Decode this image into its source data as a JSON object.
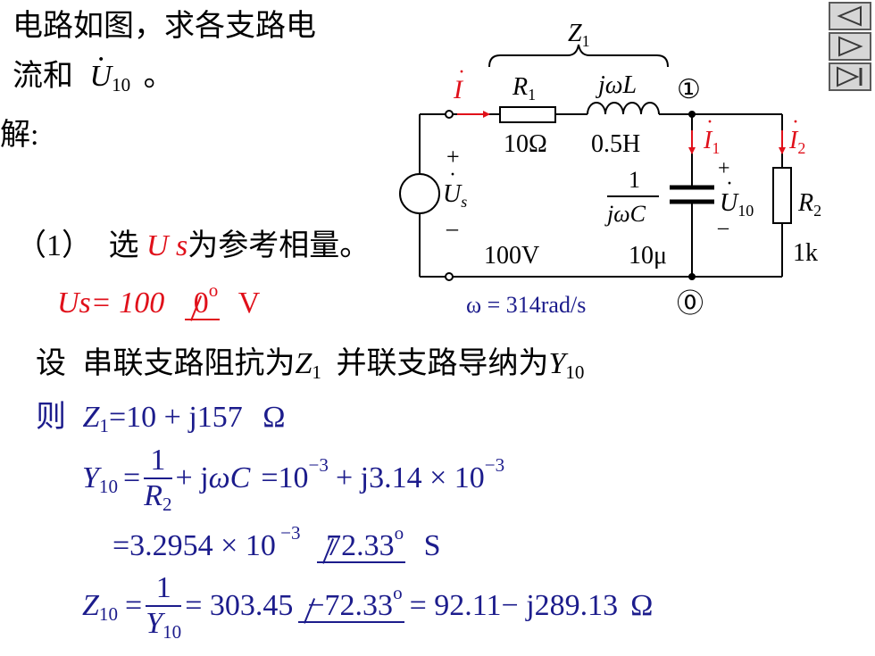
{
  "problem": {
    "line1": "电路如图，求各支路电",
    "line2": "流和",
    "u10_sub": "10",
    "line2_end": "。"
  },
  "solution_label": "解:",
  "step1": {
    "label": "（1）",
    "text_pre": "选",
    "us_text": "U s",
    "text_post": "为参考相量。"
  },
  "us_eq": {
    "lhs": "Us",
    "value": "= 100",
    "angle": "0",
    "deg": "o",
    "unit": "V"
  },
  "let_line": {
    "prefix": "设",
    "text1": "串联支路阻抗为",
    "z1": "Z",
    "z1_sub": "1",
    "text2": "并联支路导纳为",
    "y": "Y",
    "y_sub": "10"
  },
  "then_line": {
    "prefix": "则",
    "z": "Z",
    "z_sub": "1",
    "expr": "=10 + j157",
    "unit": "Ω"
  },
  "y10_line": {
    "lhs": "Y",
    "lhs_sub": "10",
    "eq": "=",
    "num": "1",
    "den": "R",
    "den_sub": "2",
    "term1": "+ j",
    "term1_it": "ωC",
    "rhs": "=10",
    "exp1": "−3",
    "rhs2": "+ j3.14 × 10",
    "exp2": "−3"
  },
  "y10_polar": {
    "value": "=3.2954 × 10",
    "exp": " −3",
    "angle": "72.33",
    "deg": "o",
    "unit": "S"
  },
  "z10_line": {
    "lhs": "Z",
    "lhs_sub": "10",
    "eq": "=",
    "num": "1",
    "den": "Y",
    "den_sub": "10",
    "mag": "= 303.45",
    "angle": "−72.33",
    "deg": "o",
    "rect": "= 92.11− j289.13",
    "unit": "Ω"
  },
  "circuit": {
    "z1_label": "Z",
    "z1_sub": "1",
    "current_i": "I",
    "r1_label": "R",
    "r1_sub": "1",
    "r1_value": "10Ω",
    "l_label": "jωL",
    "l_value": "0.5H",
    "node1": "①",
    "node0": "⓪",
    "i1_label": "I",
    "i1_sub": "1",
    "i2_label": "I",
    "i2_sub": "2",
    "us_plus": "+",
    "us_label": "U",
    "us_sub": "s",
    "us_minus": "–",
    "us_value": "100V",
    "c_num": "1",
    "c_den": "jωC",
    "c_value": "10μ",
    "u10_plus": "+",
    "u10_label": "U",
    "u10_sub": "10",
    "u10_minus": "–",
    "r2_label": "R",
    "r2_sub": "2",
    "r2_value": "1k",
    "omega": "ω = 314rad/s"
  },
  "nav": {
    "prev_icon": "triangle-left",
    "next_icon": "triangle-right",
    "last_icon": "triangle-right-bar"
  },
  "colors": {
    "red": "#e0101a",
    "blue": "#1c1c8c",
    "black": "#000000"
  }
}
